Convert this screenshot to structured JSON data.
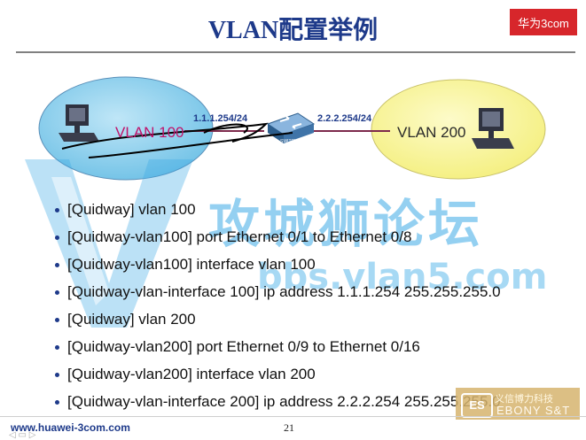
{
  "slide": {
    "title": "VLAN配置举例",
    "logo_text": "华为3com",
    "footer_url": "www.huawei-3com.com",
    "page_number": "21"
  },
  "diagram": {
    "vlan_left_label": "VLAN 100",
    "vlan_right_label": "VLAN 200",
    "ip_left": "1.1.1.254/24",
    "ip_right": "2.2.2.254/24",
    "switch_label": "SWITCH",
    "colors": {
      "vlan_left_fill": "#8ecfe9",
      "vlan_right_fill": "#f7f39a",
      "link": "#7d2a4c"
    }
  },
  "commands": [
    "[Quidway] vlan 100",
    "[Quidway-vlan100] port Ethernet 0/1 to Ethernet 0/8",
    "[Quidway-vlan100] interface vlan 100",
    "[Quidway-vlan-interface 100] ip address 1.1.1.254 255.255.255.0",
    "[Quidway] vlan 200",
    "[Quidway-vlan200] port Ethernet 0/9 to Ethernet 0/16",
    "[Quidway-vlan200] interface vlan 200",
    "[Quidway-vlan-interface 200] ip address 2.2.2.254 255.255.255.0"
  ],
  "watermark": {
    "text": "攻城狮论坛",
    "url": "bbs.vlan5.com",
    "ebony_cn": "义信博力科技",
    "ebony_en": "EBONY S&T",
    "ebony_badge": "ES"
  }
}
